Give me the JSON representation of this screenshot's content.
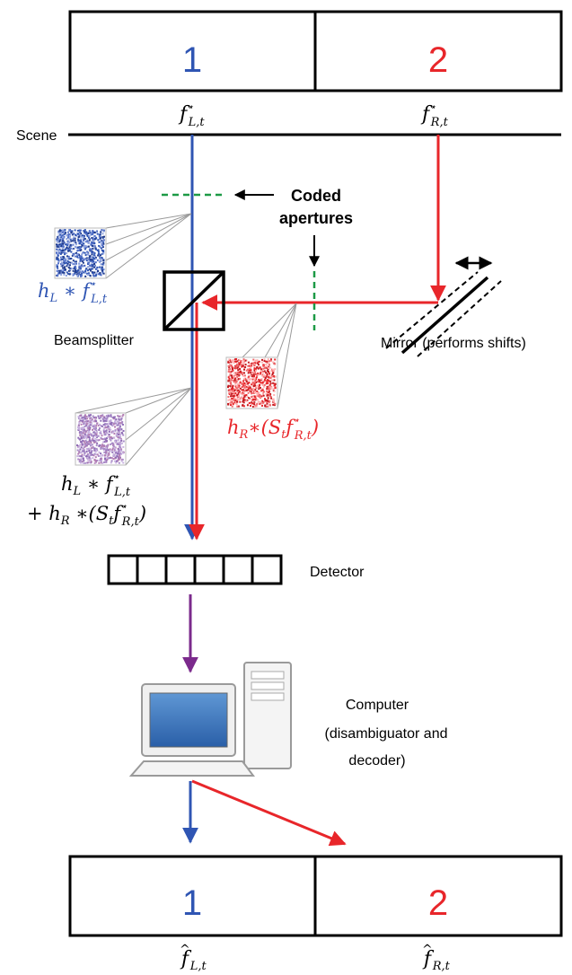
{
  "colors": {
    "left": "#2f55b3",
    "right": "#e8262a",
    "coded": "#1c9a46",
    "combined": "#7b2a8c",
    "black": "#000000"
  },
  "top_panel": {
    "left_number": "1",
    "right_number": "2",
    "left_label": "f*L,t",
    "right_label": "f*R,t"
  },
  "bottom_panel": {
    "left_number": "1",
    "right_number": "2",
    "left_label": "f̂L,t",
    "right_label": "f̂R,t"
  },
  "labels": {
    "scene": "Scene",
    "coded_apertures_line1": "Coded",
    "coded_apertures_line2": "apertures",
    "beamsplitter": "Beamsplitter",
    "mirror": "Mirror (performs shifts)",
    "detector": "Detector",
    "computer_line1": "Computer",
    "computer_line2": "(disambiguator and",
    "computer_line3": "decoder)"
  },
  "formulas": {
    "left_coded": "hL * f*L,t",
    "right_coded": "hR * (St f*R,t)",
    "sum_line1": "hL * f*L,t",
    "sum_line2": "+ hR * (St f*R,t)"
  },
  "icons": {
    "left_noise": "noise-pattern-blue",
    "right_noise": "noise-pattern-red",
    "sum_noise": "noise-pattern-purple",
    "computer": "computer-icon"
  }
}
